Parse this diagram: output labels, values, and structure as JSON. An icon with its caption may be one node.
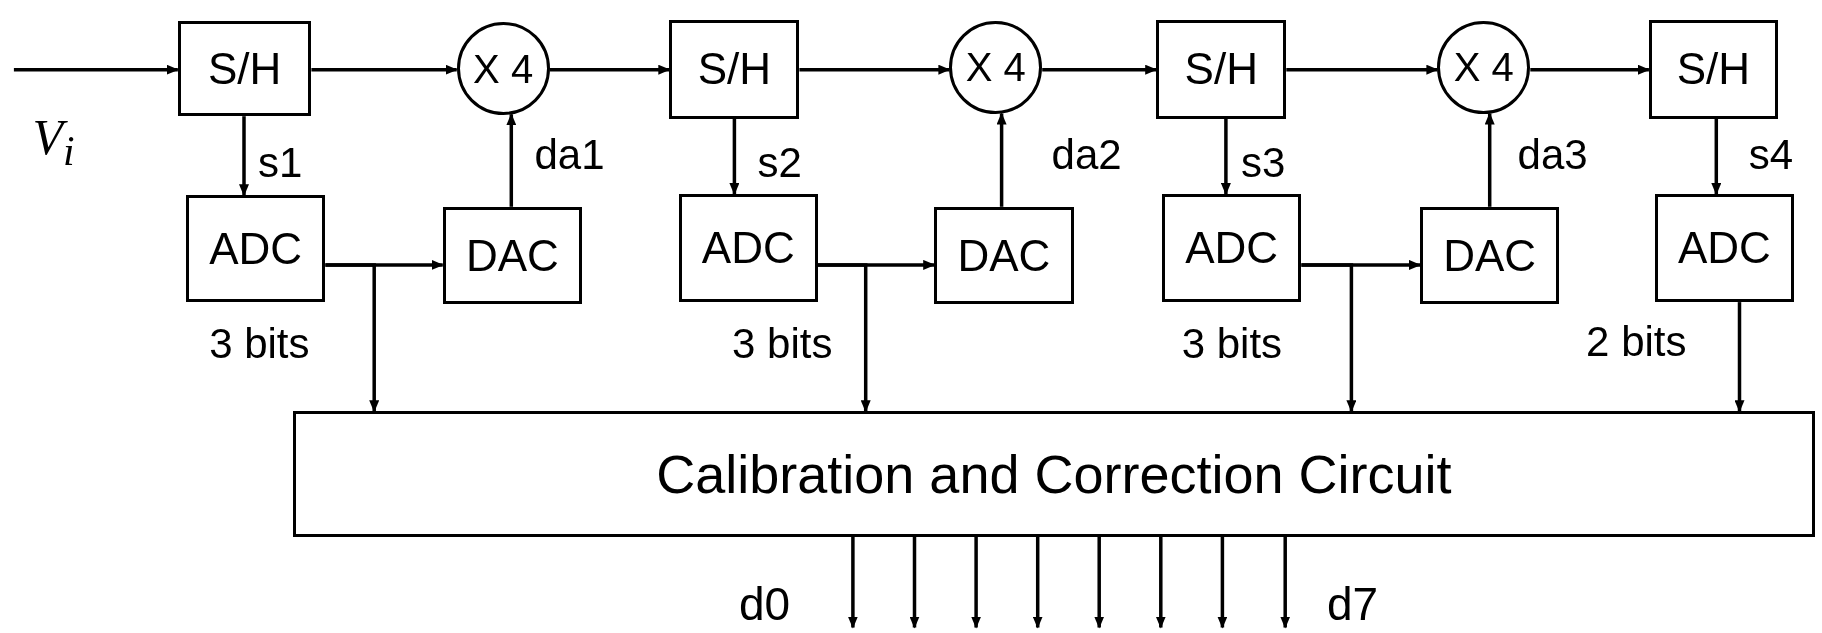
{
  "diagram": {
    "nodes": [
      {
        "text": [
          "S/H"
        ]
      },
      {
        "text": [
          "X 4"
        ]
      },
      {
        "text": [
          "S/H"
        ]
      },
      {
        "text": [
          "X 4"
        ]
      },
      {
        "text": [
          "S/H"
        ]
      },
      {
        "text": [
          "X 4"
        ]
      },
      {
        "text": [
          "S/H"
        ]
      },
      {
        "text": [
          "ADC"
        ],
        "beside": [
          "3 bits"
        ]
      },
      {
        "text": [
          "DAC"
        ]
      },
      {
        "text": [
          "ADC"
        ],
        "beside": [
          "3 bits"
        ]
      },
      {
        "text": [
          "DAC"
        ]
      },
      {
        "text": [
          "ADC"
        ],
        "beside": [
          "3 bits"
        ]
      },
      {
        "text": [
          "DAC"
        ]
      },
      {
        "text": [
          "ADC"
        ],
        "beside": [
          "2 bits"
        ]
      },
      {
        "text": [
          "Calibration and Correction Circuit"
        ]
      }
    ],
    "edges": [
      {
        "from": null,
        "to": 0,
        "arrow": "to"
      },
      {
        "from": 0,
        "to": 1,
        "arrow": "to"
      },
      {
        "from": 1,
        "to": 2,
        "arrow": "to"
      },
      {
        "from": 2,
        "to": 3,
        "arrow": "to"
      },
      {
        "from": 3,
        "to": 4,
        "arrow": "to"
      },
      {
        "from": 4,
        "to": 5,
        "arrow": "to"
      },
      {
        "from": 5,
        "to": 6,
        "arrow": "to"
      },
      {
        "from": 0,
        "to": 7,
        "arrow": "to",
        "label": "s1"
      },
      {
        "from": 8,
        "to": 1,
        "arrow": "to",
        "label": "da1"
      },
      {
        "from": 2,
        "to": 9,
        "arrow": "to",
        "label": "s2"
      },
      {
        "from": 10,
        "to": 3,
        "arrow": "to",
        "label": "da2"
      },
      {
        "from": 4,
        "to": 11,
        "arrow": "to",
        "label": "s3"
      },
      {
        "from": 12,
        "to": 5,
        "arrow": "to",
        "label": "da3"
      },
      {
        "from": 6,
        "to": 13,
        "arrow": "to",
        "label": "s4"
      },
      {
        "from": 7,
        "to": 8,
        "arrow": "to"
      },
      {
        "from": 7,
        "to": 14,
        "arrow": "to"
      },
      {
        "from": 9,
        "to": 10,
        "arrow": "to"
      },
      {
        "from": 9,
        "to": 14,
        "arrow": "to"
      },
      {
        "from": 11,
        "to": 12,
        "arrow": "to"
      },
      {
        "from": 11,
        "to": 14,
        "arrow": "to"
      },
      {
        "from": 13,
        "to": 14,
        "arrow": "to"
      },
      {
        "from": 14,
        "to": null,
        "arrow": "to"
      },
      {
        "from": 14,
        "to": null,
        "arrow": "to"
      },
      {
        "from": 14,
        "to": null,
        "arrow": "to"
      },
      {
        "from": 14,
        "to": null,
        "arrow": "to"
      },
      {
        "from": 14,
        "to": null,
        "arrow": "to"
      },
      {
        "from": 14,
        "to": null,
        "arrow": "to"
      },
      {
        "from": 14,
        "to": null,
        "arrow": "to"
      },
      {
        "from": 14,
        "to": null,
        "arrow": "to"
      }
    ],
    "labels": [
      "V$_{i}$",
      "d0",
      "d7"
    ]
  }
}
